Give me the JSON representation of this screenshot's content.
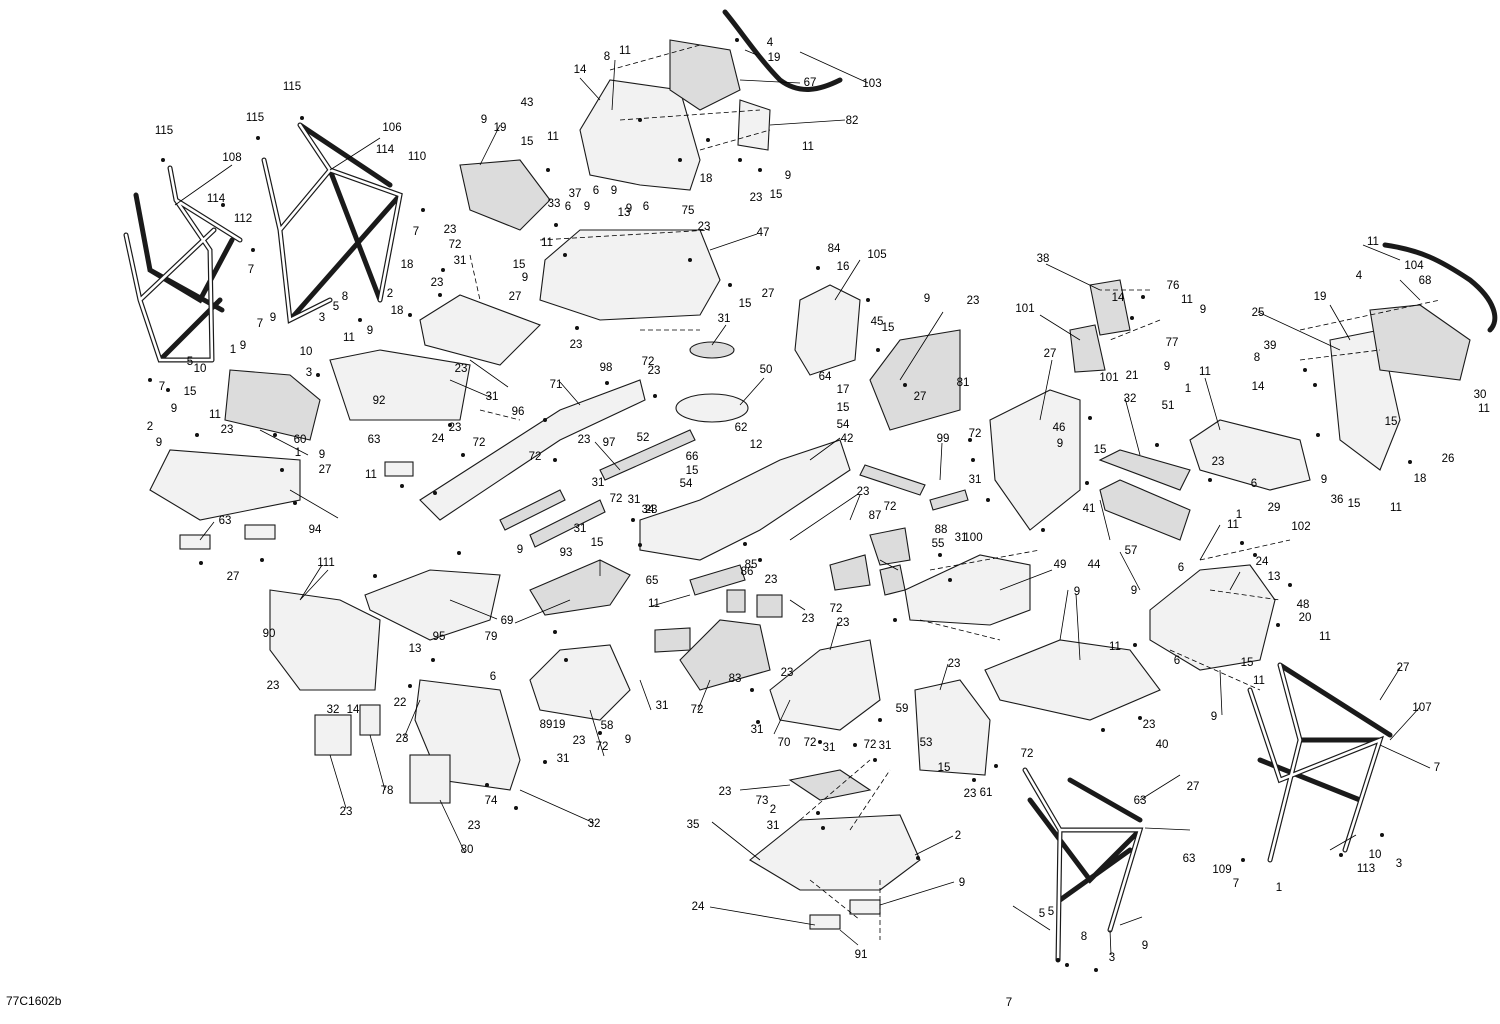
{
  "figure_code": "77C1602b",
  "colors": {
    "line": "#1a1a1a",
    "fill": "#f2f2f2",
    "background": "#ffffff"
  },
  "callouts": [
    "115",
    "115",
    "115",
    "108",
    "106",
    "114",
    "114",
    "110",
    "112",
    "7",
    "7",
    "9",
    "19",
    "43",
    "15",
    "37",
    "33",
    "6",
    "9",
    "11",
    "8",
    "14",
    "11",
    "6",
    "9",
    "4",
    "19",
    "67",
    "103",
    "82",
    "11",
    "9",
    "15",
    "23",
    "18",
    "75",
    "13",
    "9",
    "6",
    "23",
    "47",
    "15",
    "9",
    "15",
    "27",
    "27",
    "23",
    "11",
    "23",
    "72",
    "31",
    "8",
    "5",
    "3",
    "9",
    "18",
    "2",
    "9",
    "7",
    "10",
    "18",
    "9",
    "1",
    "11",
    "5",
    "10",
    "7",
    "3",
    "15",
    "9",
    "11",
    "23",
    "2",
    "9",
    "60",
    "1",
    "9",
    "63",
    "27",
    "11",
    "94",
    "63",
    "27",
    "23",
    "23",
    "92",
    "24",
    "72",
    "31",
    "71",
    "98",
    "23",
    "72",
    "31",
    "50",
    "64",
    "17",
    "15",
    "54",
    "42",
    "12",
    "62",
    "97",
    "52",
    "23",
    "96",
    "23",
    "72",
    "31",
    "66",
    "15",
    "54",
    "34",
    "31",
    "72",
    "23",
    "31",
    "15",
    "9",
    "93",
    "69",
    "65",
    "11",
    "86",
    "23",
    "85",
    "23",
    "84",
    "16",
    "105",
    "45",
    "15",
    "9",
    "23",
    "81",
    "27",
    "23",
    "87",
    "88",
    "55",
    "31",
    "72",
    "99",
    "100",
    "72",
    "31",
    "27",
    "46",
    "9",
    "15",
    "32",
    "51",
    "1",
    "11",
    "41",
    "23",
    "57",
    "44",
    "49",
    "38",
    "76",
    "11",
    "9",
    "101",
    "77",
    "9",
    "101",
    "21",
    "14",
    "11",
    "104",
    "4",
    "68",
    "19",
    "25",
    "39",
    "8",
    "14",
    "30",
    "11",
    "15",
    "26",
    "18",
    "9",
    "36",
    "15",
    "11",
    "6",
    "1",
    "29",
    "11",
    "102",
    "6",
    "24",
    "13",
    "9",
    "48",
    "20",
    "11",
    "6",
    "15",
    "11",
    "9",
    "27",
    "107",
    "7",
    "111",
    "90",
    "23",
    "14",
    "32",
    "23",
    "78",
    "79",
    "95",
    "13",
    "22",
    "6",
    "23",
    "80",
    "74",
    "23",
    "32",
    "89",
    "19",
    "9",
    "23",
    "72",
    "31",
    "58",
    "31",
    "72",
    "23",
    "83",
    "70",
    "72",
    "31",
    "59",
    "31",
    "72",
    "23",
    "23",
    "53",
    "23",
    "61",
    "72",
    "15",
    "9",
    "11",
    "23",
    "40",
    "23",
    "72",
    "31",
    "73",
    "2",
    "31",
    "35",
    "2",
    "9",
    "91",
    "24",
    "63",
    "27",
    "63",
    "109",
    "7",
    "113",
    "3",
    "10",
    "1",
    "9",
    "5",
    "7",
    "5",
    "8",
    "3",
    "10",
    "1",
    "7"
  ]
}
